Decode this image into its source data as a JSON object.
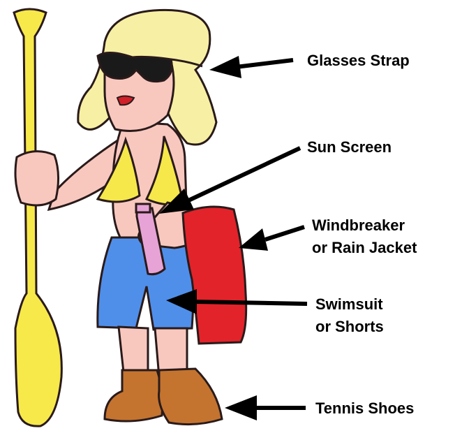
{
  "labels": {
    "glasses_strap": "Glasses Strap",
    "sun_screen": "Sun Screen",
    "windbreaker_line1": "Windbreaker",
    "windbreaker_line2": "or Rain Jacket",
    "swimsuit_line1": "Swimsuit",
    "swimsuit_line2": "or Shorts",
    "tennis_shoes": "Tennis Shoes"
  },
  "colors": {
    "paddle": "#f7e94a",
    "hair": "#f7f0a4",
    "skin": "#f8c8bf",
    "bikini": "#f6e84a",
    "shorts": "#4f8fea",
    "jacket": "#e3232a",
    "bottle": "#e7a3d6",
    "shoes": "#c4742f",
    "outline": "#2a1a1a"
  }
}
